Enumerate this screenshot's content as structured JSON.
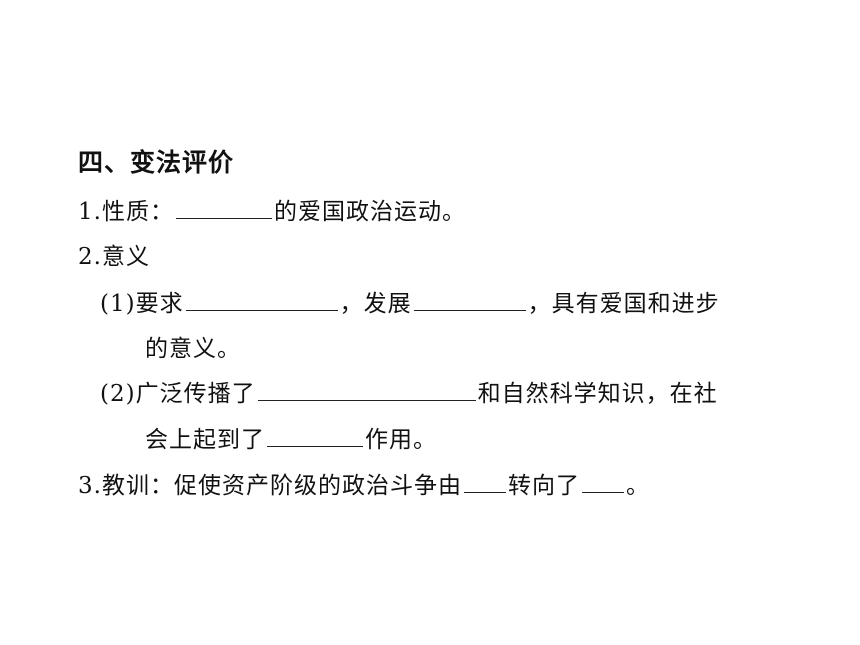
{
  "section": {
    "title": "四、变法评价"
  },
  "item1": {
    "label": "1.性质：",
    "suffix": "的爱国政治运动。"
  },
  "item2": {
    "label": "2.意义",
    "sub1": {
      "prefix": "(1)要求",
      "mid": "，发展",
      "suffix": "，具有爱国和进步",
      "cont": "的意义。"
    },
    "sub2": {
      "prefix": "(2)广泛传播了",
      "suffix": "和自然科学知识，在社",
      "cont_prefix": "会上起到了",
      "cont_suffix": "作用。"
    }
  },
  "item3": {
    "prefix": "3.教训：促使资产阶级的政治斗争由",
    "mid": "转向了",
    "suffix": "。"
  }
}
